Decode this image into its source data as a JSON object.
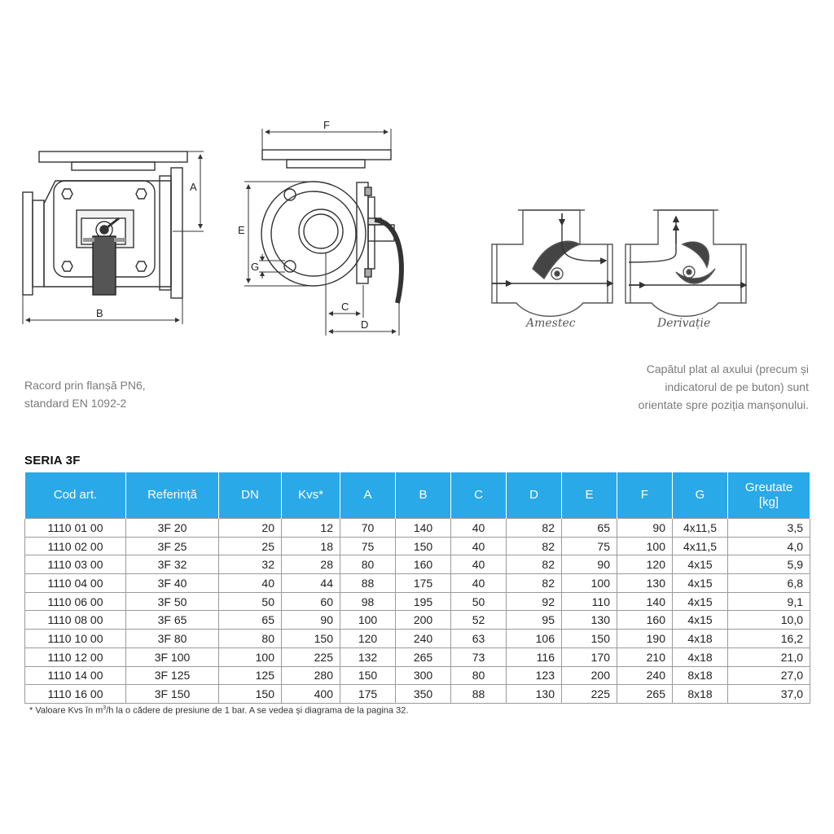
{
  "diagram": {
    "dim_labels": {
      "A": "A",
      "B": "B",
      "C": "C",
      "D": "D",
      "E": "E",
      "F": "F",
      "G": "G"
    },
    "caption_mix": "Amestec",
    "caption_bypass": "Derivație"
  },
  "notes": {
    "flange_line1": "Racord prin flanșă PN6,",
    "flange_line2": "standard EN 1092-2",
    "shaft_line1": "Capătul plat al axului (precum și",
    "shaft_line2": "indicatorul de pe buton) sunt",
    "shaft_line3": "orientate spre poziția manșonului."
  },
  "series_title": "SERIA 3F",
  "table": {
    "headers": [
      "Cod art.",
      "Referință",
      "DN",
      "Kvs*",
      "A",
      "B",
      "C",
      "D",
      "E",
      "F",
      "G",
      "Greutate",
      "[kg]"
    ],
    "rows": [
      [
        "1110 01 00",
        "3F 20",
        "20",
        "12",
        "70",
        "140",
        "40",
        "82",
        "65",
        "90",
        "4x11,5",
        "3,5"
      ],
      [
        "1110 02 00",
        "3F 25",
        "25",
        "18",
        "75",
        "150",
        "40",
        "82",
        "75",
        "100",
        "4x11,5",
        "4,0"
      ],
      [
        "1110 03 00",
        "3F 32",
        "32",
        "28",
        "80",
        "160",
        "40",
        "82",
        "90",
        "120",
        "4x15",
        "5,9"
      ],
      [
        "1110 04 00",
        "3F 40",
        "40",
        "44",
        "88",
        "175",
        "40",
        "82",
        "100",
        "130",
        "4x15",
        "6,8"
      ],
      [
        "1110 06 00",
        "3F 50",
        "50",
        "60",
        "98",
        "195",
        "50",
        "92",
        "110",
        "140",
        "4x15",
        "9,1"
      ],
      [
        "1110 08 00",
        "3F 65",
        "65",
        "90",
        "100",
        "200",
        "52",
        "95",
        "130",
        "160",
        "4x15",
        "10,0"
      ],
      [
        "1110 10 00",
        "3F 80",
        "80",
        "150",
        "120",
        "240",
        "63",
        "106",
        "150",
        "190",
        "4x18",
        "16,2"
      ],
      [
        "1110 12 00",
        "3F 100",
        "100",
        "225",
        "132",
        "265",
        "73",
        "116",
        "170",
        "210",
        "4x18",
        "21,0"
      ],
      [
        "1110 14 00",
        "3F 125",
        "125",
        "280",
        "150",
        "300",
        "80",
        "123",
        "200",
        "240",
        "8x18",
        "27,0"
      ],
      [
        "1110 16 00",
        "3F 150",
        "150",
        "400",
        "175",
        "350",
        "88",
        "130",
        "225",
        "265",
        "8x18",
        "37,0"
      ]
    ]
  },
  "footnote": {
    "before": "* Valoare Kvs în m",
    "sup": "3",
    "after": "/h la o cădere de presiune de 1 bar. A se vedea și diagrama de la pagina 32."
  }
}
